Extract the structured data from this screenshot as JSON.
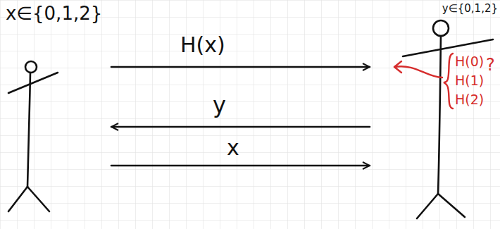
{
  "diagram": {
    "nodes": [
      {
        "text": [
          "x∈{0,1,2}"
        ]
      },
      {
        "text": [
          "y∈{0,1,2}"
        ]
      }
    ],
    "edges": [
      {
        "from": 0,
        "to": 1,
        "arrow": "to",
        "label": "H(x)"
      },
      {
        "from": 1,
        "to": 0,
        "arrow": "to",
        "label": "y"
      },
      {
        "from": 0,
        "to": 1,
        "arrow": "to",
        "label": "x"
      }
    ],
    "labels": [
      "H(0)",
      "H(1)",
      "H(2)",
      "?"
    ]
  }
}
